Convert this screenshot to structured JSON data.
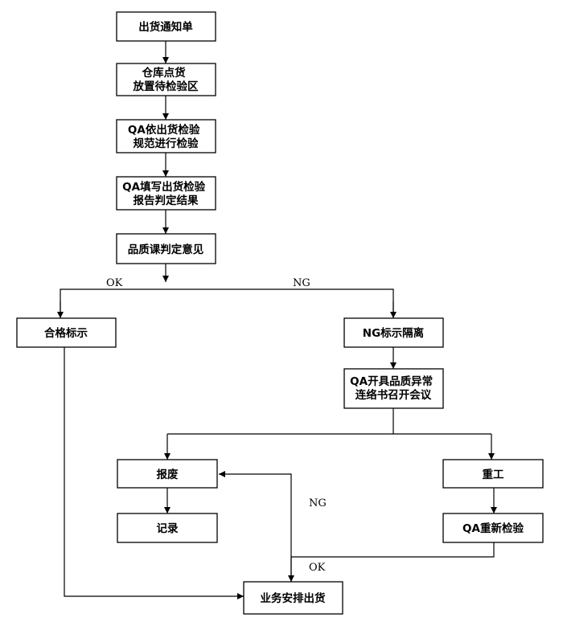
{
  "diagram": {
    "nodes": {
      "notice": [
        "出货通知单"
      ],
      "count": [
        "仓库点货",
        "放置待检验区"
      ],
      "qa_inspect": [
        "QA依出货检验",
        "规范进行检验"
      ],
      "qa_report": [
        "QA填写出货检验",
        "报告判定结果"
      ],
      "judge": [
        "品质课判定意见"
      ],
      "pass_label": [
        "合格标示"
      ],
      "ng_isolate": [
        "NG标示隔离"
      ],
      "qa_meeting": [
        "QA开具品质异常",
        "连络书召开会议"
      ],
      "scrap": [
        "报废"
      ],
      "rework": [
        "重工"
      ],
      "record": [
        "记录"
      ],
      "reinspect": [
        "QA重新检验"
      ],
      "ship": [
        "业务安排出货"
      ]
    },
    "edge_labels": {
      "judge_ok": "OK",
      "judge_ng": "NG",
      "reinspect_ng": "NG",
      "reinspect_ok": "OK"
    }
  }
}
